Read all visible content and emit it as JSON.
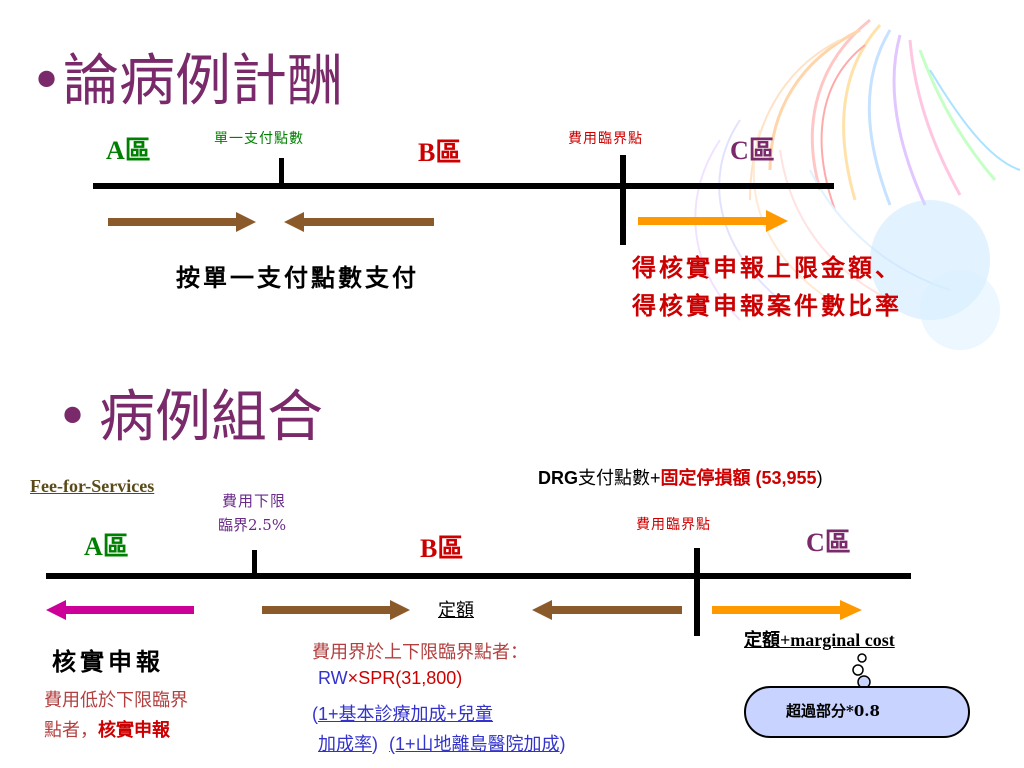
{
  "section1": {
    "bullet": "•",
    "title": "論病例計酬",
    "zone_a": "A區",
    "zone_b": "B區",
    "zone_c": "C區",
    "single_payment_point": "單一支付點數",
    "cost_threshold": "費用臨界點",
    "pay_by_single": "按單一支付點數支付",
    "c_note_line1": "得核實申報上限金額、",
    "c_note_line2": "得核實申報案件數比率"
  },
  "section2": {
    "bullet": "•",
    "title": "病例組合",
    "fee_for_services": "Fee-for-Services",
    "lower_threshold_line1": "費用下限",
    "lower_threshold_line2": "臨界2.5%",
    "drg_prefix": "DRG",
    "drg_points": "支付點數+",
    "drg_fixed": "固定停損額 (53,955",
    "drg_close": ")",
    "cost_threshold": "費用臨界點",
    "zone_a": "A區",
    "zone_b": "B區",
    "zone_c": "C區",
    "fixed_amount": "定額",
    "fixed_marginal": "定額+marginal cost",
    "actual_report": "核實申報",
    "between_note": "費用界於上下限臨界點者：",
    "rw": "RW",
    "times": "×",
    "spr": "SPR(31,800)",
    "formula_open": "(",
    "formula_part1": "1+基本診療加成+兒童",
    "formula_part2": "加成率",
    "formula_close": ")",
    "formula_part3": "(1+山地離島醫院加成",
    "formula_close2": ")",
    "below_note_line1": "費用低於下限臨界",
    "below_note_line2a": "點者，",
    "below_note_line2b": "核實申報",
    "excess_note": "超過部分*0.8"
  },
  "colors": {
    "brown_arrow": "#8B5A2B",
    "orange_arrow": "#FF9900",
    "magenta_arrow": "#CC0099"
  }
}
